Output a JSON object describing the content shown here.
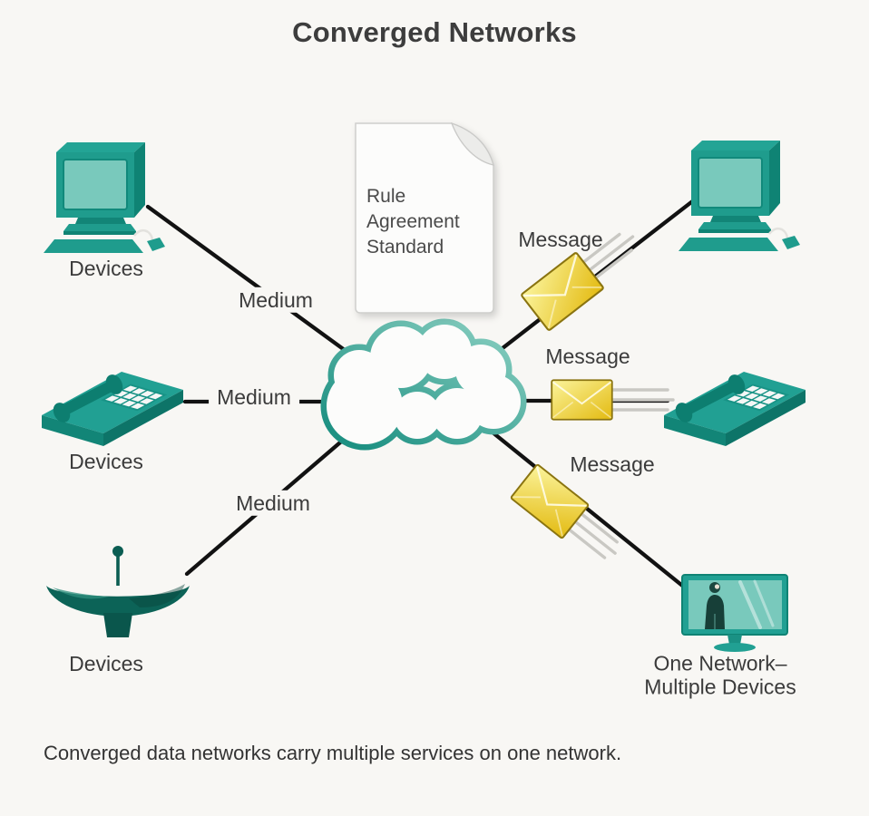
{
  "title": "Converged Networks",
  "caption": "Converged data networks carry multiple services on one network.",
  "document": {
    "lines": [
      "Rule",
      "Agreement",
      "Standard"
    ]
  },
  "labels": {
    "devices_top": "Devices",
    "devices_middle": "Devices",
    "devices_bottom": "Devices",
    "medium_top": "Medium",
    "medium_middle": "Medium",
    "medium_bottom": "Medium",
    "message_top": "Message",
    "message_middle": "Message",
    "message_bottom": "Message",
    "one_network_line1": "One Network–",
    "one_network_line2": "Multiple Devices"
  },
  "icons": {
    "cloud": "network-cloud-icon",
    "computer": "desktop-computer-icon",
    "phone": "desk-phone-icon",
    "satellite": "satellite-dish-icon",
    "monitor": "flatscreen-person-icon",
    "document": "rules-document-icon",
    "envelope": "message-envelope-icon"
  },
  "colors": {
    "teal": "#1f9c8d",
    "teal_light": "#79c9bc",
    "teal_dark": "#0f8374",
    "teal_deep": "#0c6357",
    "cloud_stroke": "#2a9a8b",
    "line": "#121212",
    "envelope_yellow": "#e3ba10",
    "envelope_light": "#fbf49c",
    "text": "#3b3b3b",
    "background": "#f8f7f4"
  }
}
